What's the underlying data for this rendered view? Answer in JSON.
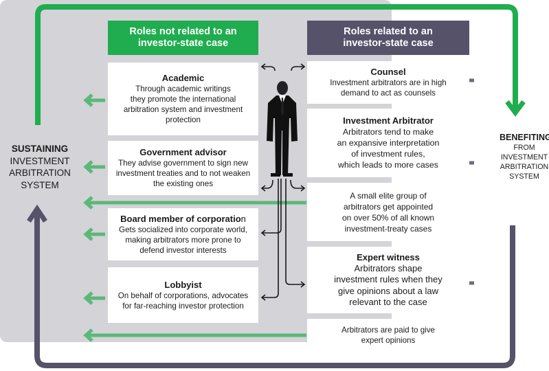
{
  "headers": {
    "left": "Roles not related to an investor-state case",
    "right": "Roles related to an investor-state case"
  },
  "left_boxes": [
    {
      "title": "Academic",
      "text": "Through academic writings\nthey promote the international\narbitration system and investment\nprotection"
    },
    {
      "title": "Government advisor",
      "text": "They advise government to sign new\ninvestment treaties and to not weaken\nthe existing ones"
    },
    {
      "title_bold": "Board member of corporatio",
      "title_tail": "n",
      "text": "Gets socialized into corporate world,\nmaking arbitrators more prone to\ndefend investor interests"
    },
    {
      "title": "Lobbyist",
      "text": "On behalf of corporations, advocates\nfor far-reaching investor protection"
    }
  ],
  "right_boxes": [
    {
      "title": "Counsel",
      "text": "Investment arbitrators are in high\ndemand to act as counsels"
    },
    {
      "title": "Investment Arbitrator",
      "text": "Arbitrators tend to make\nan expansive interpretation\nof investment rules,\nwhich leads to more cases"
    },
    {
      "title": "",
      "text": "A small elite group of\narbitrators get appointed\non over 50% of all known\ninvestment-treaty cases"
    },
    {
      "title": "Expert witness",
      "text": "Arbitrators shape\ninvestment rules when they\ngive opinions about a law\nrelevant to the case"
    },
    {
      "title": "",
      "text": "Arbitrators are paid to give\nexpert opinions"
    }
  ],
  "sustaining": {
    "title": "SUSTAINING",
    "lines": [
      "INVESTMENT",
      "ARBITRATION",
      "SYSTEM"
    ]
  },
  "benefiting": {
    "title": "BENEFITING",
    "lines": [
      "FROM",
      "INVESTMENT",
      "ARBITRATION",
      "SYSTEM"
    ]
  },
  "colors": {
    "green": "#1fad4f",
    "dark": "#555269",
    "panel": "#d3d3d8",
    "arrow_green": "#5cb878",
    "arrow_dark": "#6e6a80"
  },
  "icons": {
    "figure": "businessman-icon"
  }
}
